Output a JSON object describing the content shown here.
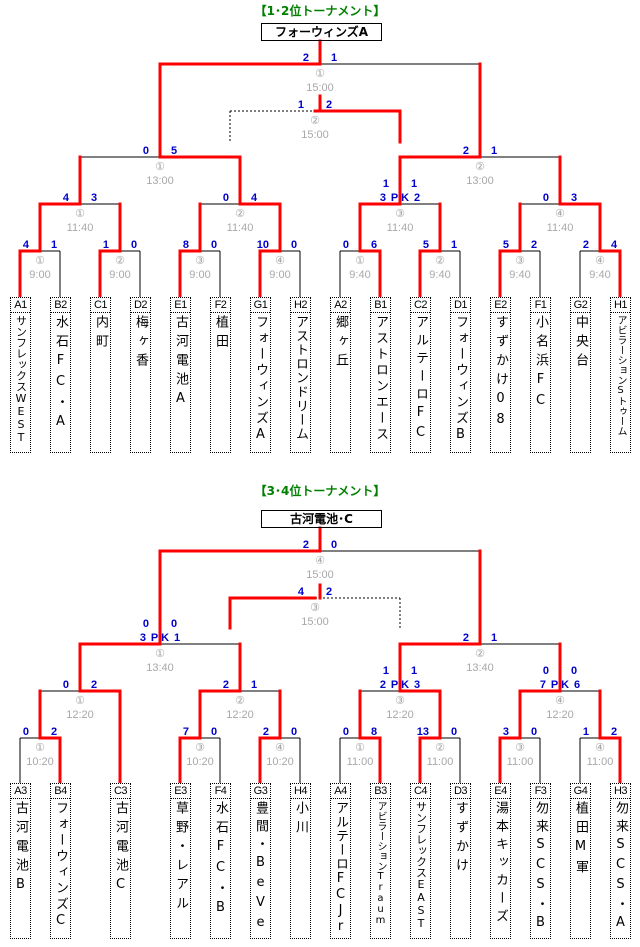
{
  "pk_label": "P K",
  "brackets": [
    {
      "title": "【1･2位トーナメント】",
      "champion": "フォーウィンズA",
      "final": {
        "no": "①",
        "time": "15:00",
        "score": [
          "2",
          "1"
        ],
        "winner": "left"
      },
      "third": {
        "no": "②",
        "time": "15:00",
        "score": [
          "1",
          "2"
        ],
        "winner": "right"
      },
      "semis": [
        {
          "no": "①",
          "time": "13:00",
          "score": [
            "0",
            "5"
          ],
          "winner": "right"
        },
        {
          "no": "②",
          "time": "13:00",
          "score": [
            "2",
            "1"
          ],
          "winner": "left"
        }
      ],
      "quarters": [
        {
          "no": "①",
          "time": "11:40",
          "score": [
            "4",
            "3"
          ],
          "winner": "left"
        },
        {
          "no": "②",
          "time": "11:40",
          "score": [
            "0",
            "4"
          ],
          "winner": "right"
        },
        {
          "no": "③",
          "time": "11:40",
          "score": [
            "1",
            "1"
          ],
          "pk": [
            "3",
            "2"
          ],
          "winner": "left"
        },
        {
          "no": "④",
          "time": "11:40",
          "score": [
            "0",
            "3"
          ],
          "winner": "right"
        }
      ],
      "round1": [
        {
          "no": "①",
          "time": "9:00",
          "score": [
            "4",
            "1"
          ],
          "winner": "left"
        },
        {
          "no": "②",
          "time": "9:00",
          "score": [
            "1",
            "0"
          ],
          "winner": "left"
        },
        {
          "no": "③",
          "time": "9:00",
          "score": [
            "8",
            "0"
          ],
          "winner": "left"
        },
        {
          "no": "④",
          "time": "9:00",
          "score": [
            "10",
            "0"
          ],
          "winner": "left"
        },
        {
          "no": "①",
          "time": "9:40",
          "score": [
            "0",
            "6"
          ],
          "winner": "right"
        },
        {
          "no": "②",
          "time": "9:40",
          "score": [
            "5",
            "1"
          ],
          "winner": "left"
        },
        {
          "no": "③",
          "time": "9:40",
          "score": [
            "5",
            "2"
          ],
          "winner": "left"
        },
        {
          "no": "④",
          "time": "9:40",
          "score": [
            "2",
            "4"
          ],
          "winner": "right"
        }
      ],
      "teams": [
        {
          "code": "A1",
          "name": "サンフレックスWEST"
        },
        {
          "code": "B2",
          "name": "水石FC・A"
        },
        {
          "code": "C1",
          "name": "内町"
        },
        {
          "code": "D2",
          "name": "梅ヶ香"
        },
        {
          "code": "E1",
          "name": "古河電池A"
        },
        {
          "code": "F2",
          "name": "植田"
        },
        {
          "code": "G1",
          "name": "フォーウィンズA"
        },
        {
          "code": "H2",
          "name": "アストロンドリーム"
        },
        {
          "code": "A2",
          "name": "郷ヶ丘"
        },
        {
          "code": "B1",
          "name": "アストロンエース"
        },
        {
          "code": "C2",
          "name": "アルテーロFC"
        },
        {
          "code": "D1",
          "name": "フォーウィンズB"
        },
        {
          "code": "E2",
          "name": "すずかけ08"
        },
        {
          "code": "F1",
          "name": "小名浜FC"
        },
        {
          "code": "G2",
          "name": "中央台"
        },
        {
          "code": "H1",
          "name": "アビラーションSトゥーム"
        }
      ]
    },
    {
      "title": "【3･4位トーナメント】",
      "champion": "古河電池･C",
      "final": {
        "no": "④",
        "time": "15:00",
        "score": [
          "2",
          "0"
        ],
        "winner": "left"
      },
      "third": {
        "no": "③",
        "time": "15:00",
        "score": [
          "4",
          "2"
        ],
        "winner": "left"
      },
      "semis": [
        {
          "no": "①",
          "time": "13:40",
          "score": [
            "0",
            "0"
          ],
          "pk": [
            "3",
            "1"
          ],
          "winner": "left"
        },
        {
          "no": "②",
          "time": "13:40",
          "score": [
            "2",
            "1"
          ],
          "winner": "left"
        }
      ],
      "quarters": [
        {
          "no": "①",
          "time": "12:20",
          "score": [
            "0",
            "2"
          ],
          "winner": "right"
        },
        {
          "no": "②",
          "time": "12:20",
          "score": [
            "2",
            "1"
          ],
          "winner": "left"
        },
        {
          "no": "③",
          "time": "12:20",
          "score": [
            "1",
            "1"
          ],
          "pk": [
            "2",
            "3"
          ],
          "winner": "right"
        },
        {
          "no": "④",
          "time": "12:20",
          "score": [
            "0",
            "0"
          ],
          "pk": [
            "7",
            "6"
          ],
          "winner": "left"
        }
      ],
      "round1": [
        {
          "no": "①",
          "time": "10:20",
          "score": [
            "0",
            "2"
          ],
          "winner": "right"
        },
        {
          "no": "③",
          "time": "10:20",
          "score": [
            "7",
            "0"
          ],
          "winner": "left"
        },
        {
          "no": "④",
          "time": "10:20",
          "score": [
            "2",
            "0"
          ],
          "winner": "left"
        },
        {
          "no": "①",
          "time": "11:00",
          "score": [
            "0",
            "8"
          ],
          "winner": "right"
        },
        {
          "no": "②",
          "time": "11:00",
          "score": [
            "13",
            "0"
          ],
          "winner": "left"
        },
        {
          "no": "③",
          "time": "11:00",
          "score": [
            "3",
            "0"
          ],
          "winner": "left"
        },
        {
          "no": "④",
          "time": "11:00",
          "score": [
            "1",
            "2"
          ],
          "winner": "right"
        }
      ],
      "teams": [
        {
          "code": "A3",
          "name": "古河電池B"
        },
        {
          "code": "B4",
          "name": "フォーウィンズC"
        },
        {
          "code": "C3",
          "name": "古河電池C"
        },
        {
          "code": "E3",
          "name": "草野・レアル"
        },
        {
          "code": "F4",
          "name": "水石FC・B"
        },
        {
          "code": "G3",
          "name": "豊間・BeVe"
        },
        {
          "code": "H4",
          "name": "小川"
        },
        {
          "code": "A4",
          "name": "アルテーロFCJr"
        },
        {
          "code": "B3",
          "name": "アビラーションTraum"
        },
        {
          "code": "C4",
          "name": "サンフレックスEAST"
        },
        {
          "code": "D3",
          "name": "すずかけ"
        },
        {
          "code": "E4",
          "name": "湯本キッカーズ"
        },
        {
          "code": "F3",
          "name": "勿来SCS・B"
        },
        {
          "code": "G4",
          "name": "植田M軍"
        },
        {
          "code": "H3",
          "name": "勿来SCS・A"
        }
      ]
    }
  ]
}
